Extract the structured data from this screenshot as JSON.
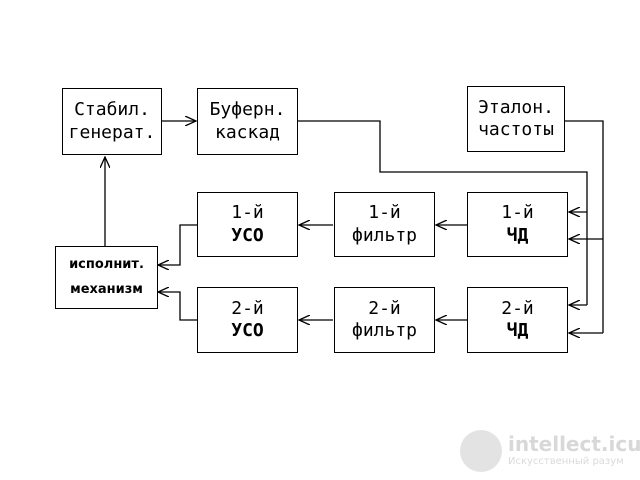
{
  "blocks": {
    "stab": [
      "Стабил.",
      "генерат."
    ],
    "buf": [
      "Буферн.",
      "каскад"
    ],
    "etalon": [
      "Эталон.",
      "частоты"
    ],
    "uso1": [
      "1-й",
      "УСО"
    ],
    "filt1": [
      "1-й",
      "фильтр"
    ],
    "chd1": [
      "1-й",
      "ЧД"
    ],
    "ispoln": [
      "исполнит.",
      "механизм"
    ],
    "uso2": [
      "2-й",
      "УСО"
    ],
    "filt2": [
      "2-й",
      "фильтр"
    ],
    "chd2": [
      "2-й",
      "ЧД"
    ]
  },
  "watermark": {
    "brand": "intellect.icu",
    "tagline": "Искусственный разум"
  }
}
